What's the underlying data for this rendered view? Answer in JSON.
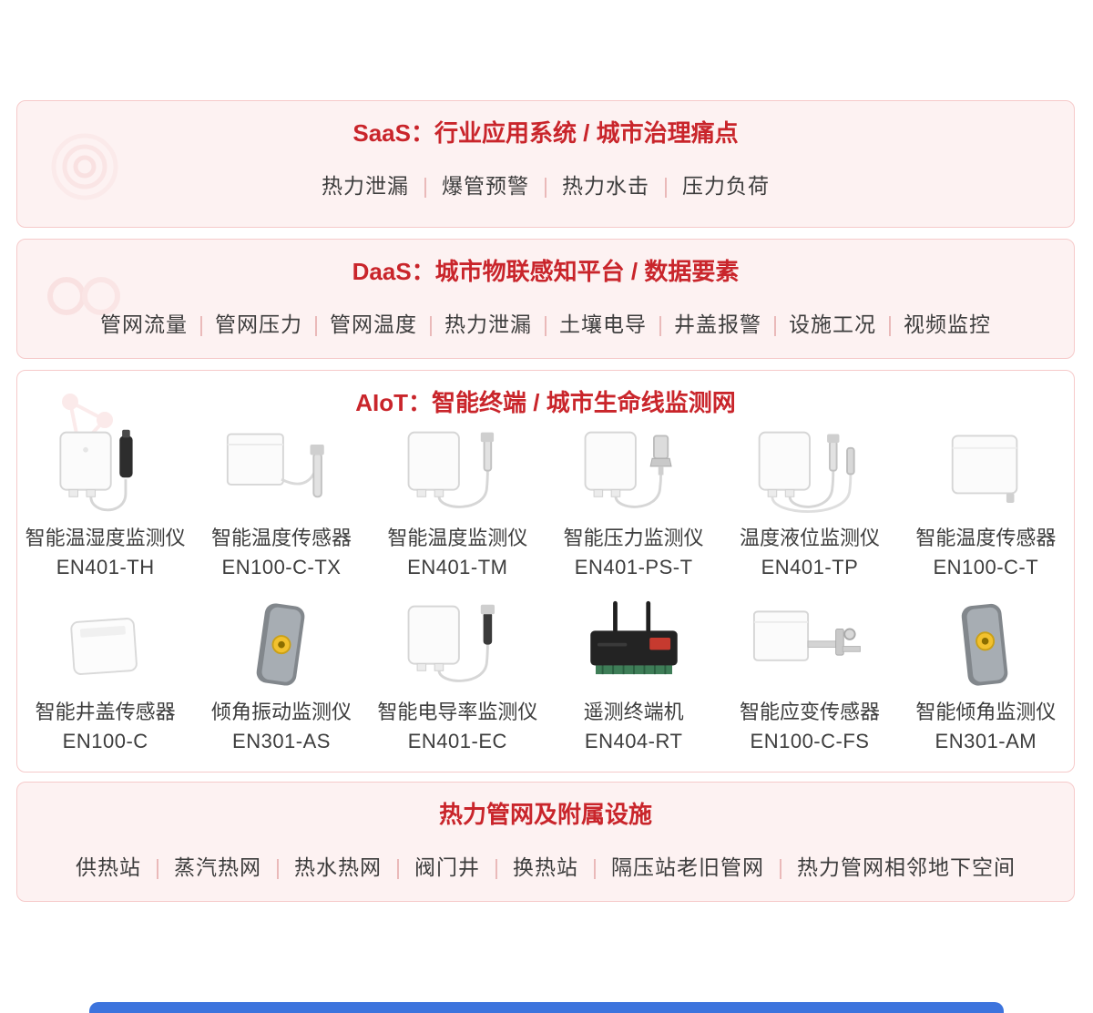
{
  "colors": {
    "title_red": "#c9252b",
    "box_border": "#f6caca",
    "box_bg": "#fdf2f2",
    "separator": "#e9b6b6",
    "text": "#3d3d3d",
    "bottom_bar_blue": "#3d74dd"
  },
  "sections": {
    "saas": {
      "title": "SaaS：行业应用系统 / 城市治理痛点",
      "items": [
        "热力泄漏",
        "爆管预警",
        "热力水击",
        "压力负荷"
      ]
    },
    "daas": {
      "title": "DaaS：城市物联感知平台 / 数据要素",
      "items": [
        "管网流量",
        "管网压力",
        "管网温度",
        "热力泄漏",
        "土壤电导",
        "井盖报警",
        "设施工况",
        "视频监控"
      ]
    },
    "aiot": {
      "title": "AIoT：智能终端 / 城市生命线监测网",
      "products": [
        {
          "name": "智能温湿度监测仪",
          "model": "EN401-TH"
        },
        {
          "name": "智能温度传感器",
          "model": "EN100-C-TX"
        },
        {
          "name": "智能温度监测仪",
          "model": "EN401-TM"
        },
        {
          "name": "智能压力监测仪",
          "model": "EN401-PS-T"
        },
        {
          "name": "温度液位监测仪",
          "model": "EN401-TP"
        },
        {
          "name": "智能温度传感器",
          "model": "EN100-C-T"
        },
        {
          "name": "智能井盖传感器",
          "model": "EN100-C"
        },
        {
          "name": "倾角振动监测仪",
          "model": "EN301-AS"
        },
        {
          "name": "智能电导率监测仪",
          "model": "EN401-EC"
        },
        {
          "name": "遥测终端机",
          "model": "EN404-RT"
        },
        {
          "name": "智能应变传感器",
          "model": "EN100-C-FS"
        },
        {
          "name": "智能倾角监测仪",
          "model": "EN301-AM"
        }
      ]
    },
    "infra": {
      "title": "热力管网及附属设施",
      "items": [
        "供热站",
        "蒸汽热网",
        "热水热网",
        "阀门井",
        "换热站",
        "隔压站老旧管网",
        "热力管网相邻地下空间"
      ]
    }
  }
}
